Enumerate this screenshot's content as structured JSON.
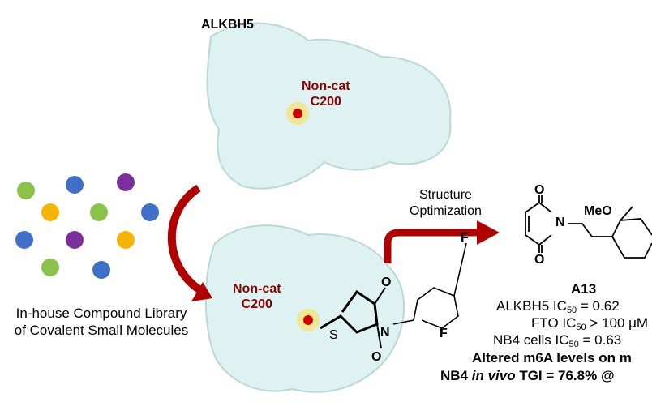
{
  "library": {
    "line1": "In-house Compound Library",
    "line2": "of Covalent Small Molecules",
    "dot_colors": [
      "#8bc34a",
      "#3f6fc8",
      "#7b2f9a",
      "#f5b400",
      "#8bc34a",
      "#3f6fc8",
      "#3f6fc8",
      "#7b2f9a",
      "#f5b400",
      "#8bc34a",
      "#3f6fc8"
    ]
  },
  "top_protein": {
    "label": "ALKBH5",
    "site_line1": "Non-cat",
    "site_line2": "C200"
  },
  "bottom_protein": {
    "site_line1": "Non-cat",
    "site_line2": "C200",
    "atom_s": "S",
    "atom_n": "N",
    "atom_o1": "O",
    "atom_o2": "O",
    "atom_f1": "F",
    "atom_f2": "F"
  },
  "arrow": {
    "line1": "Structure",
    "line2": "Optimization"
  },
  "compound": {
    "atom_o1": "O",
    "atom_o2": "O",
    "atom_n": "N",
    "meo": "MeO",
    "name": "A13",
    "alkbh5_prefix": "ALKBH5 IC",
    "alkbh5_value": " = 0.62",
    "fto_prefix": "FTO IC",
    "fto_value": " > 100 μM",
    "nb4_prefix": "NB4 cells IC",
    "nb4_value": " = 0.63",
    "sub50": "50",
    "m6a": "Altered m6A levels on m",
    "invivo_a": "NB4 ",
    "invivo_b": "in vivo",
    "invivo_c": " TGI = 76.8% @"
  },
  "colors": {
    "protein": "#dff2f2",
    "protein_edge": "#b9d8d8",
    "arrow": "#b00000",
    "site": "#8b0000"
  }
}
